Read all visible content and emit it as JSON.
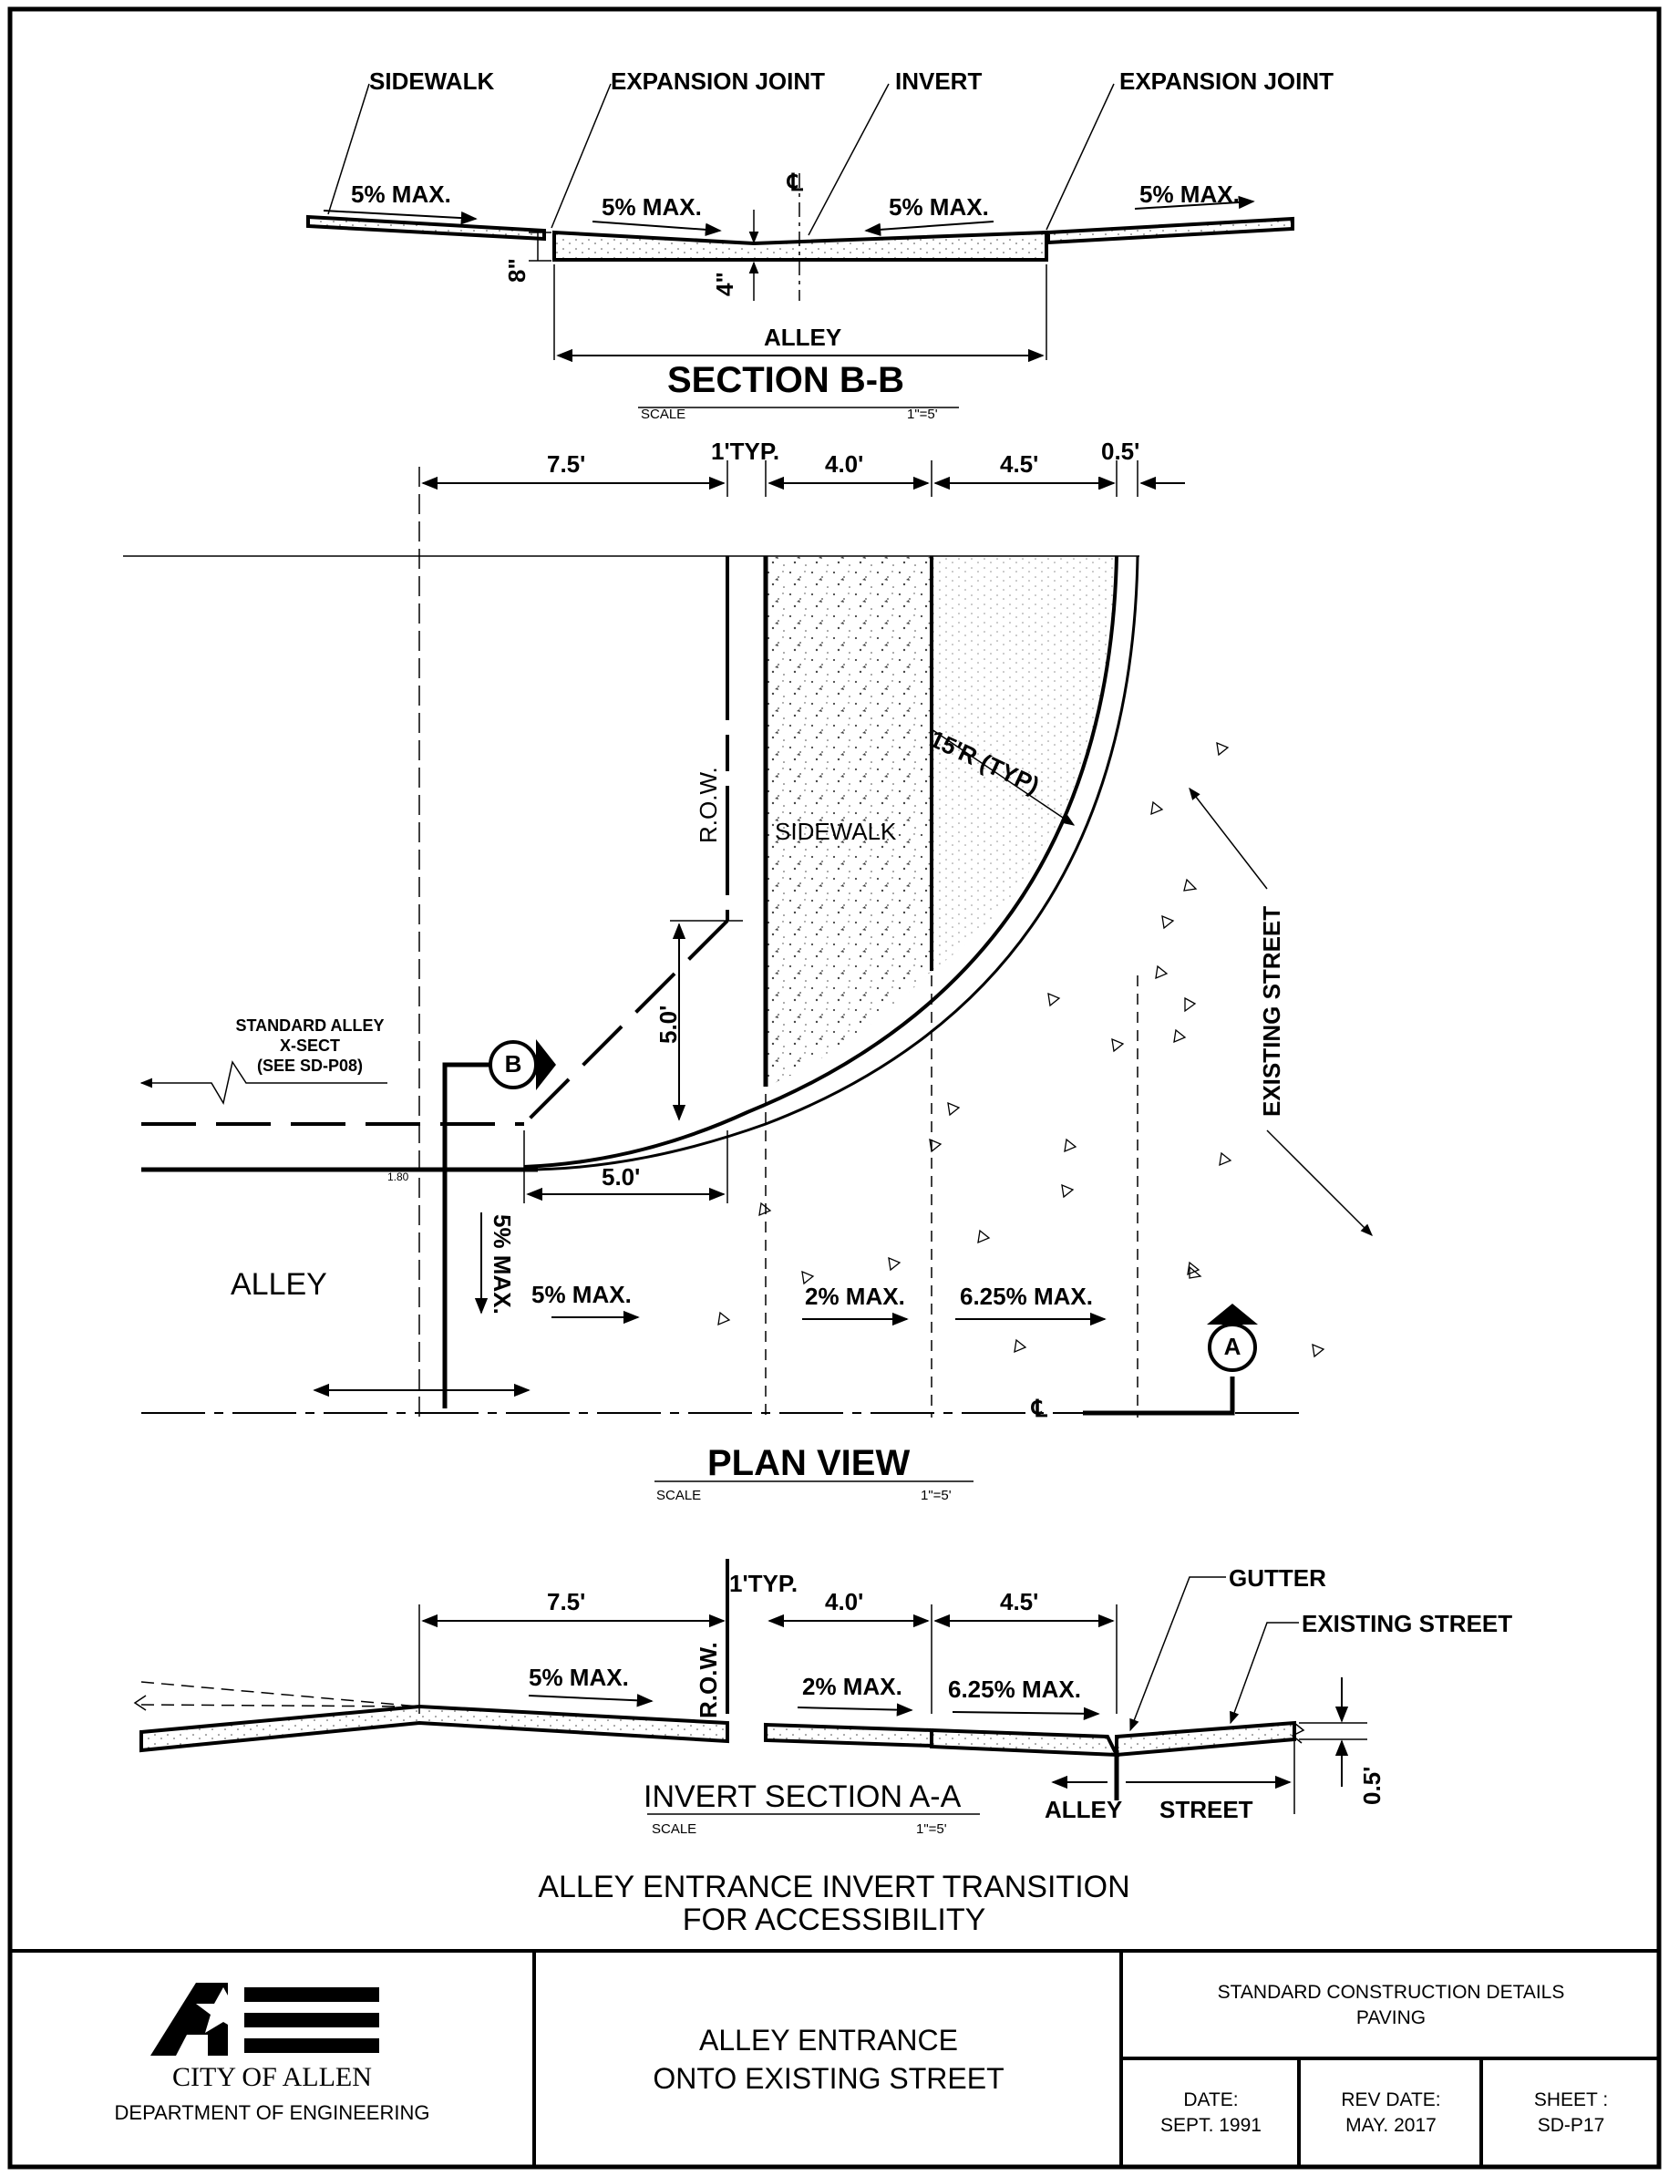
{
  "section_bb": {
    "labels": {
      "sidewalk": "SIDEWALK",
      "expansion_joint_left": "EXPANSION JOINT",
      "invert": "INVERT",
      "expansion_joint_right": "EXPANSION JOINT"
    },
    "slopes": [
      "5% MAX.",
      "5% MAX.",
      "5% MAX.",
      "5% MAX."
    ],
    "centerline": "℄",
    "dim_8": "8\"",
    "dim_4": "4\"",
    "alley": "ALLEY",
    "title": "SECTION B-B",
    "scale_label": "SCALE",
    "scale_value": "1\"=5'"
  },
  "plan_view": {
    "dims_top": [
      "7.5'",
      "1'TYP.",
      "4.0'",
      "4.5'",
      "0.5'"
    ],
    "row_label": "R.O.W.",
    "sidewalk": "SIDEWALK",
    "radius": "15'R (TYP)",
    "existing_street": "EXISTING STREET",
    "standard_alley": [
      "STANDARD ALLEY",
      "X-SECT",
      "(SEE SD-P08)"
    ],
    "section_marker_b": "B",
    "section_marker_a": "A",
    "dim_5_vertical": "5.0'",
    "dim_5_horizontal": "5.0'",
    "small_dim": "1.80",
    "alley": "ALLEY",
    "slope_vertical": "5% MAX.",
    "slope_5": "5% MAX.",
    "slope_2": "2% MAX.",
    "slope_625": "6.25% MAX.",
    "centerline": "℄",
    "title": "PLAN VIEW",
    "scale_label": "SCALE",
    "scale_value": "1\"=5'"
  },
  "section_aa": {
    "dims_top": [
      "7.5'",
      "1'TYP.",
      "4.0'",
      "4.5'"
    ],
    "row_label": "R.O.W.",
    "gutter": "GUTTER",
    "existing_street": "EXISTING STREET",
    "slope_5": "5% MAX.",
    "slope_2": "2% MAX.",
    "slope_625": "6.25% MAX.",
    "dim_05": "0.5'",
    "alley": "ALLEY",
    "street": "STREET",
    "title": "INVERT SECTION A-A",
    "scale_label": "SCALE",
    "scale_value": "1\"=5'"
  },
  "drawing_title": [
    "ALLEY ENTRANCE INVERT TRANSITION",
    "FOR ACCESSIBILITY"
  ],
  "title_block": {
    "city": "CITY OF ALLEN",
    "department": "DEPARTMENT OF ENGINEERING",
    "sheet_title": [
      "ALLEY ENTRANCE",
      "ONTO EXISTING STREET"
    ],
    "category": [
      "STANDARD CONSTRUCTION DETAILS",
      "PAVING"
    ],
    "date_label": "DATE:",
    "date_value": "SEPT. 1991",
    "rev_label": "REV DATE:",
    "rev_value": "MAY. 2017",
    "sheet_label": "SHEET :",
    "sheet_value": "SD-P17"
  },
  "colors": {
    "ink": "#000000",
    "paper": "#ffffff",
    "hatch": "#555555"
  }
}
